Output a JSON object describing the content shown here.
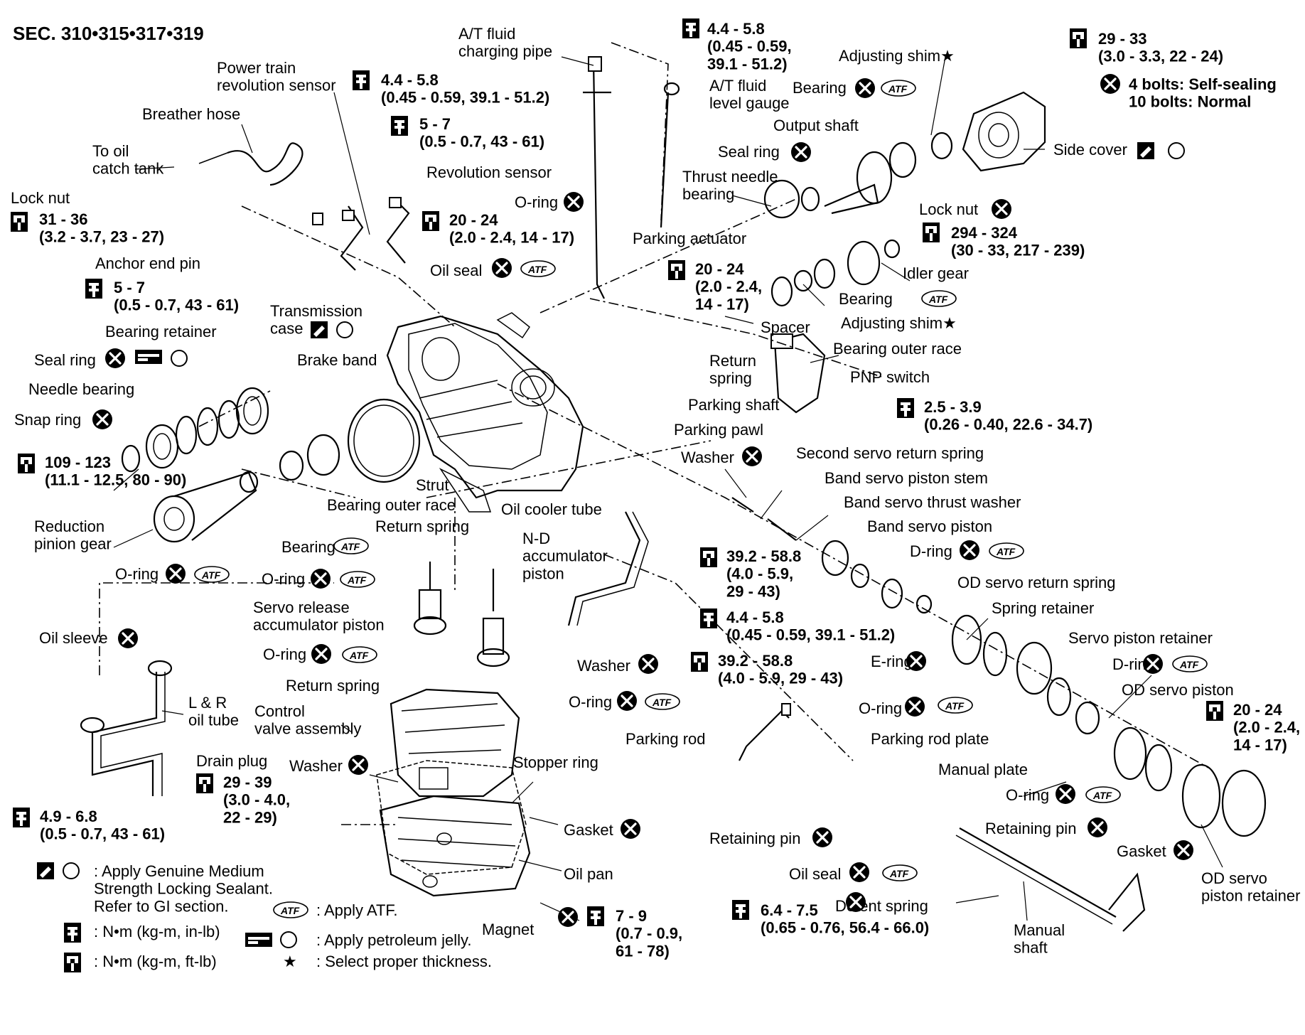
{
  "section": "SEC. 310•315•317•319",
  "labels": {
    "at_fluid_charging_pipe": "A/T fluid\ncharging pipe",
    "power_train_revolution_sensor": "Power train\nrevolution sensor",
    "breather_hose": "Breather hose",
    "to_oil_catch_tank": "To oil\ncatch tank",
    "lock_nut_1": "Lock nut",
    "anchor_end_pin": "Anchor end pin",
    "revolution_sensor": "Revolution sensor",
    "o_ring_1": "O-ring",
    "at_fluid_level_gauge": "A/T fluid\nlevel gauge",
    "bearing_1": "Bearing",
    "adjusting_shim_1": "Adjusting shim★",
    "output_shaft": "Output shaft",
    "seal_ring_1": "Seal ring",
    "thrust_needle_bearing": "Thrust needle\nbearing",
    "side_cover": "Side cover",
    "lock_nut_2": "Lock nut",
    "parking_actuator": "Parking actuator",
    "oil_seal_1": "Oil seal",
    "idler_gear": "Idler gear",
    "bearing_2": "Bearing",
    "adjusting_shim_2": "Adjusting shim★",
    "spacer": "Spacer",
    "bearing_outer_race_1": "Bearing outer race",
    "transmission_case": "Transmission\ncase",
    "bearing_retainer": "Bearing retainer",
    "seal_ring_2": "Seal ring",
    "brake_band": "Brake band",
    "return_spring_1": "Return\nspring",
    "pnp_switch": "PNP switch",
    "needle_bearing": "Needle bearing",
    "snap_ring": "Snap ring",
    "parking_shaft": "Parking shaft",
    "parking_pawl": "Parking pawl",
    "washer_1": "Washer",
    "second_servo_return_spring": "Second servo return spring",
    "band_servo_piston_stem": "Band servo piston stem",
    "strut": "Strut",
    "bearing_outer_race_2": "Bearing outer race",
    "oil_cooler_tube": "Oil cooler tube",
    "band_servo_thrust_washer": "Band servo thrust washer",
    "band_servo_piston": "Band servo piston",
    "reduction_pinion_gear": "Reduction\npinion gear",
    "return_spring_2": "Return spring",
    "nd_accumulator_piston": "N-D\naccumulator\npiston",
    "d_ring_1": "D-ring",
    "bearing_3": "Bearing",
    "o_ring_2": "O-ring",
    "o_ring_3": "O-ring",
    "od_servo_return_spring": "OD servo return spring",
    "spring_retainer": "Spring retainer",
    "servo_release_accumulator_piston": "Servo release\naccumulator piston",
    "oil_sleeve": "Oil sleeve",
    "o_ring_4": "O-ring",
    "servo_piston_retainer": "Servo piston retainer",
    "e_ring": "E-ring",
    "return_spring_3": "Return spring",
    "washer_2": "Washer",
    "d_ring_2": "D-ring",
    "od_servo_piston": "OD servo piston",
    "lr_oil_tube": "L & R\noil tube",
    "control_valve_assembly": "Control\nvalve assembly",
    "o_ring_5": "O-ring",
    "o_ring_6": "O-ring",
    "parking_rod": "Parking rod",
    "parking_rod_plate": "Parking rod plate",
    "stopper_ring": "Stopper ring",
    "drain_plug": "Drain plug",
    "washer_3": "Washer",
    "manual_plate": "Manual plate",
    "o_ring_7": "O-ring",
    "gasket_1": "Gasket",
    "retaining_pin_1": "Retaining pin",
    "retaining_pin_2": "Retaining pin",
    "gasket_2": "Gasket",
    "oil_pan": "Oil pan",
    "oil_seal_2": "Oil seal",
    "od_servo_piston_retainer": "OD servo\npiston retainer",
    "detent_spring": "Detent spring",
    "magnet": "Magnet",
    "manual_shaft": "Manual\nshaft"
  },
  "torques": {
    "t_charging_bolt": "4.4 - 5.8\n(0.45 - 0.59,\n39.1 - 51.2)",
    "t_side_cover": "29 - 33\n(3.0 - 3.3, 22 - 24)",
    "side_cover_bolts": "4 bolts: Self-sealing\n10 bolts: Normal",
    "t_sensor": "4.4 - 5.8\n(0.45 - 0.59, 39.1 - 51.2)",
    "t_sensor_2": "5 - 7\n(0.5 - 0.7, 43 - 61)",
    "t_lock_nut_1": "31 - 36\n(3.2 - 3.7, 23 - 27)",
    "t_revolution_sensor": "20 - 24\n(2.0 - 2.4, 14 - 17)",
    "t_lock_nut_2": "294 - 324\n(30 - 33, 217 - 239)",
    "t_anchor_pin": "5 - 7\n(0.5 - 0.7, 43 - 61)",
    "t_parking_actuator": "20 - 24\n(2.0 - 2.4,\n14 - 17)",
    "t_pnp_switch": "2.5 - 3.9\n(0.26 - 0.40, 22.6 - 34.7)",
    "t_reduction_pinion": "109 - 123\n(11.1 - 12.5, 80 - 90)",
    "t_cooler_1": "39.2 - 58.8\n(4.0 - 5.9,\n29 - 43)",
    "t_cooler_2": "4.4 - 5.8\n(0.45 - 0.59, 39.1 - 51.2)",
    "t_cooler_3": "39.2 - 58.8\n(4.0 - 5.9, 29 - 43)",
    "t_od_servo": "20 - 24\n(2.0 - 2.4,\n14 - 17)",
    "t_drain_plug": "29 - 39\n(3.0 - 4.0,\n22 - 29)",
    "t_lr_tube": "4.9 - 6.8\n(0.5 - 0.7, 43 - 61)",
    "t_oil_pan": "7 - 9\n(0.7 - 0.9,\n61 - 78)",
    "t_detent": "6.4 - 7.5\n(0.65 - 0.76, 56.4 - 66.0)"
  },
  "atf_text": "ATF",
  "legend": {
    "sealant": ": Apply Genuine Medium\nStrength Locking Sealant.\nRefer to GI section.",
    "atf": ": Apply ATF.",
    "nm_inlb": ": N•m (kg-m, in-lb)",
    "jelly": ": Apply petroleum jelly.",
    "nm_ftlb": ": N•m (kg-m, ft-lb)",
    "star": ": Select proper thickness."
  }
}
